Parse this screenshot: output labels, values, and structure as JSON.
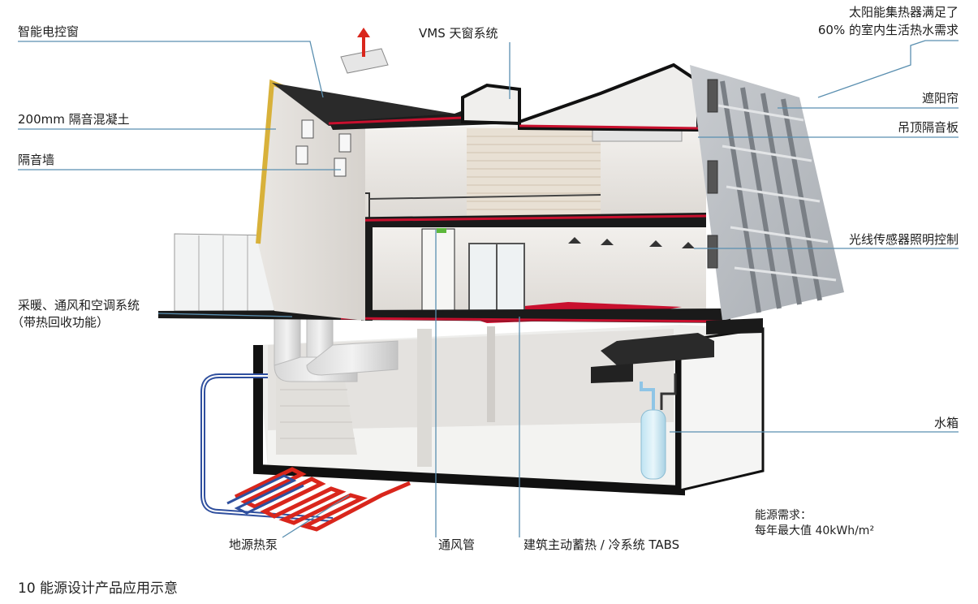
{
  "labels": {
    "smart_window": "智能电控窗",
    "concrete": "200mm 隔音混凝土",
    "sound_wall": "隔音墙",
    "hvac_line1": "采暖、通风和空调系统",
    "hvac_line2": "（带热回收功能）",
    "vms": "VMS 天窗系统",
    "solar_line1": "太阳能集热器满足了",
    "solar_line2": "60% 的室内生活热水需求",
    "sunshade": "遮阳帘",
    "ceiling_panel": "吊顶隔音板",
    "light_sensor": "光线传感器照明控制",
    "water_tank": "水箱",
    "ground_pump": "地源热泵",
    "vent_pipe": "通风管",
    "tabs": "建筑主动蓄热 / 冷系统 TABS"
  },
  "energy_demand": {
    "line1": "能源需求：",
    "line2": "每年最大值 40kWh/m²"
  },
  "caption": "10  能源设计产品应用示意",
  "colors": {
    "leader": "#5a8fb0",
    "heat_pipe": "#d9261c",
    "return_pipe": "#2f4f9e",
    "cold_pipe": "#8fc5e6",
    "outline": "#111111",
    "floor_heating": "#c8102e",
    "solar_frame": "#d8b13a",
    "green_marker": "#5cb83c"
  }
}
